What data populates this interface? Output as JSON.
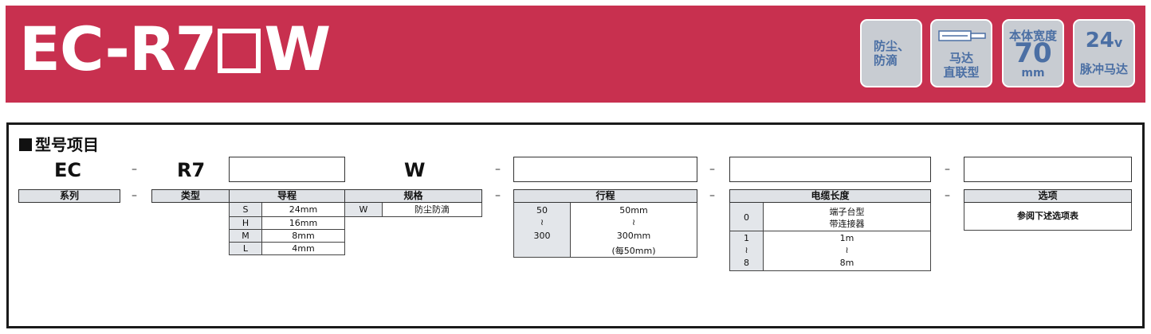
{
  "header": {
    "model_prefix": "EC-R7",
    "model_suffix": "W",
    "badges": {
      "dustproof": "防尘、\n防滴",
      "motor_direct": "马达\n直联型",
      "width_label": "本体宽度",
      "width_value": "70",
      "width_unit": "mm",
      "voltage_value": "24",
      "voltage_unit": "v",
      "voltage_label": "脉冲马达"
    }
  },
  "section": {
    "title": "型号项目"
  },
  "codes": {
    "series": "EC",
    "type": "R7",
    "spec": "W"
  },
  "dash": "–",
  "headers": {
    "series": "系列",
    "type": "类型",
    "lead": "导程",
    "spec": "规格",
    "stroke": "行程",
    "cable": "电缆长度",
    "option": "选项"
  },
  "lead_rows": [
    {
      "code": "S",
      "value": "24mm"
    },
    {
      "code": "H",
      "value": "16mm"
    },
    {
      "code": "M",
      "value": "8mm"
    },
    {
      "code": "L",
      "value": "4mm"
    }
  ],
  "spec_rows": [
    {
      "code": "W",
      "value": "防尘防滴"
    }
  ],
  "stroke": {
    "codes": [
      "50",
      "≀",
      "300"
    ],
    "values": [
      "50mm",
      "≀",
      "300mm",
      "(每50mm)"
    ]
  },
  "cable": {
    "row1": {
      "code": "0",
      "value_line1": "端子台型",
      "value_line2": "带连接器"
    },
    "codes": [
      "1",
      "≀",
      "8"
    ],
    "values": [
      "1m",
      "≀",
      "8m"
    ]
  },
  "option": {
    "text": "参阅下述选项表"
  }
}
